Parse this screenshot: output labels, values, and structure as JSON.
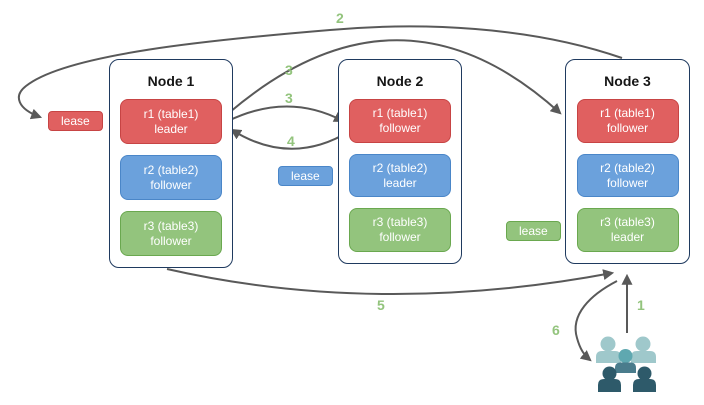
{
  "diagram": {
    "nodes": [
      {
        "title": "Node 1",
        "replicas": [
          {
            "name": "r1 (table1)",
            "role": "leader",
            "color": "red"
          },
          {
            "name": "r2 (table2)",
            "role": "follower",
            "color": "blue"
          },
          {
            "name": "r3 (table3)",
            "role": "follower",
            "color": "green"
          }
        ]
      },
      {
        "title": "Node 2",
        "replicas": [
          {
            "name": "r1 (table1)",
            "role": "follower",
            "color": "red"
          },
          {
            "name": "r2 (table2)",
            "role": "leader",
            "color": "blue"
          },
          {
            "name": "r3 (table3)",
            "role": "follower",
            "color": "green"
          }
        ]
      },
      {
        "title": "Node 3",
        "replicas": [
          {
            "name": "r1 (table1)",
            "role": "follower",
            "color": "red"
          },
          {
            "name": "r2 (table2)",
            "role": "follower",
            "color": "blue"
          },
          {
            "name": "r3 (table3)",
            "role": "leader",
            "color": "green"
          }
        ]
      }
    ],
    "leases": [
      {
        "label": "lease",
        "color": "red"
      },
      {
        "label": "lease",
        "color": "blue"
      },
      {
        "label": "lease",
        "color": "green"
      }
    ],
    "steps": {
      "s1": "1",
      "s2": "2",
      "s3a": "3",
      "s3b": "3",
      "s4": "4",
      "s5": "5",
      "s6": "6"
    },
    "colors": {
      "red_fill": "#e06060",
      "red_border": "#c74444",
      "blue_fill": "#6ba1dc",
      "blue_border": "#4a86c8",
      "green_fill": "#93c47d",
      "green_border": "#6aa84f",
      "node_border": "#1f3a5f",
      "arrow": "#595959",
      "step_label": "#93c47d",
      "users_light": "#9fc8cb",
      "users_medium": "#5fa8b0",
      "users_slate": "#4a7c8c",
      "users_dark": "#2e5a6a"
    }
  }
}
